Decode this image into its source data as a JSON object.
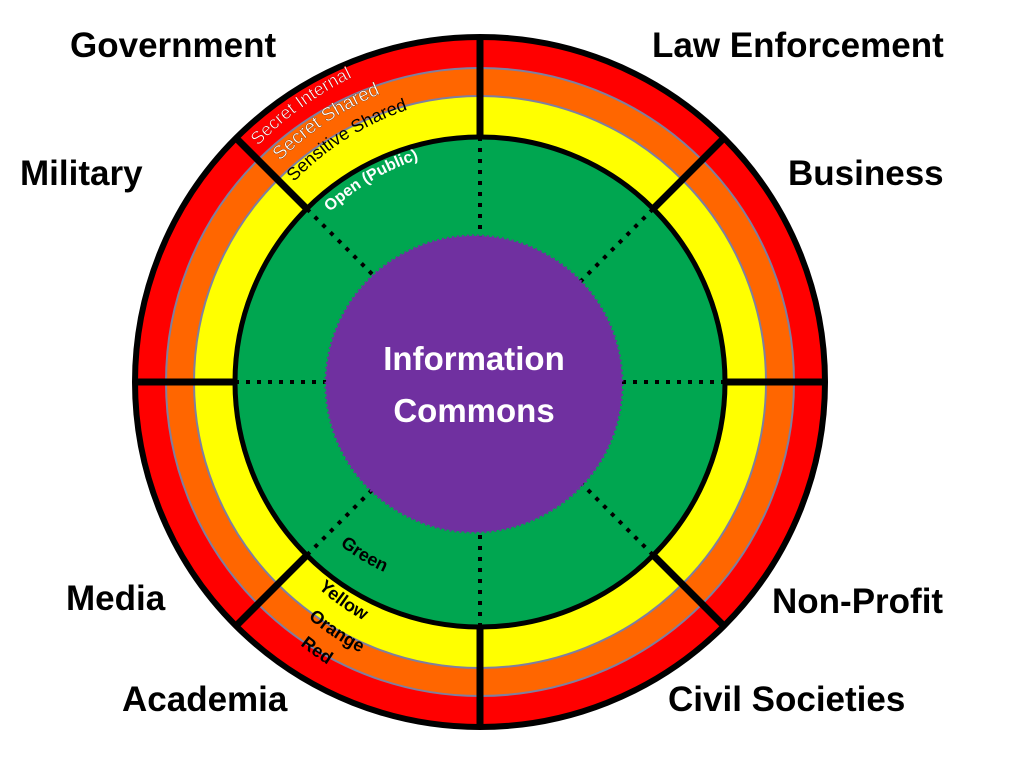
{
  "colors": {
    "red": "#ff0000",
    "orange": "#ff6600",
    "yellow": "#ffff00",
    "green": "#00a650",
    "purple": "#7030a0",
    "divider": "#000000",
    "ring_gap": "#7f7f9f"
  },
  "center": {
    "line1": "Information",
    "line2": "Commons"
  },
  "sectors": {
    "government": "Government",
    "law_enforcement": "Law Enforcement",
    "military": "Military",
    "business": "Business",
    "media": "Media",
    "non_profit": "Non-Profit",
    "academia": "Academia",
    "civil_societies": "Civil Societies"
  },
  "tiers_top": {
    "secret_internal": "Secret Internal",
    "secret_shared": "Secret Shared",
    "sensitive_shared": "Sensitive Shared",
    "open_public": "Open (Public)"
  },
  "tiers_bottom": {
    "green": "Green",
    "yellow": "Yellow",
    "orange": "Orange",
    "red": "Red"
  }
}
